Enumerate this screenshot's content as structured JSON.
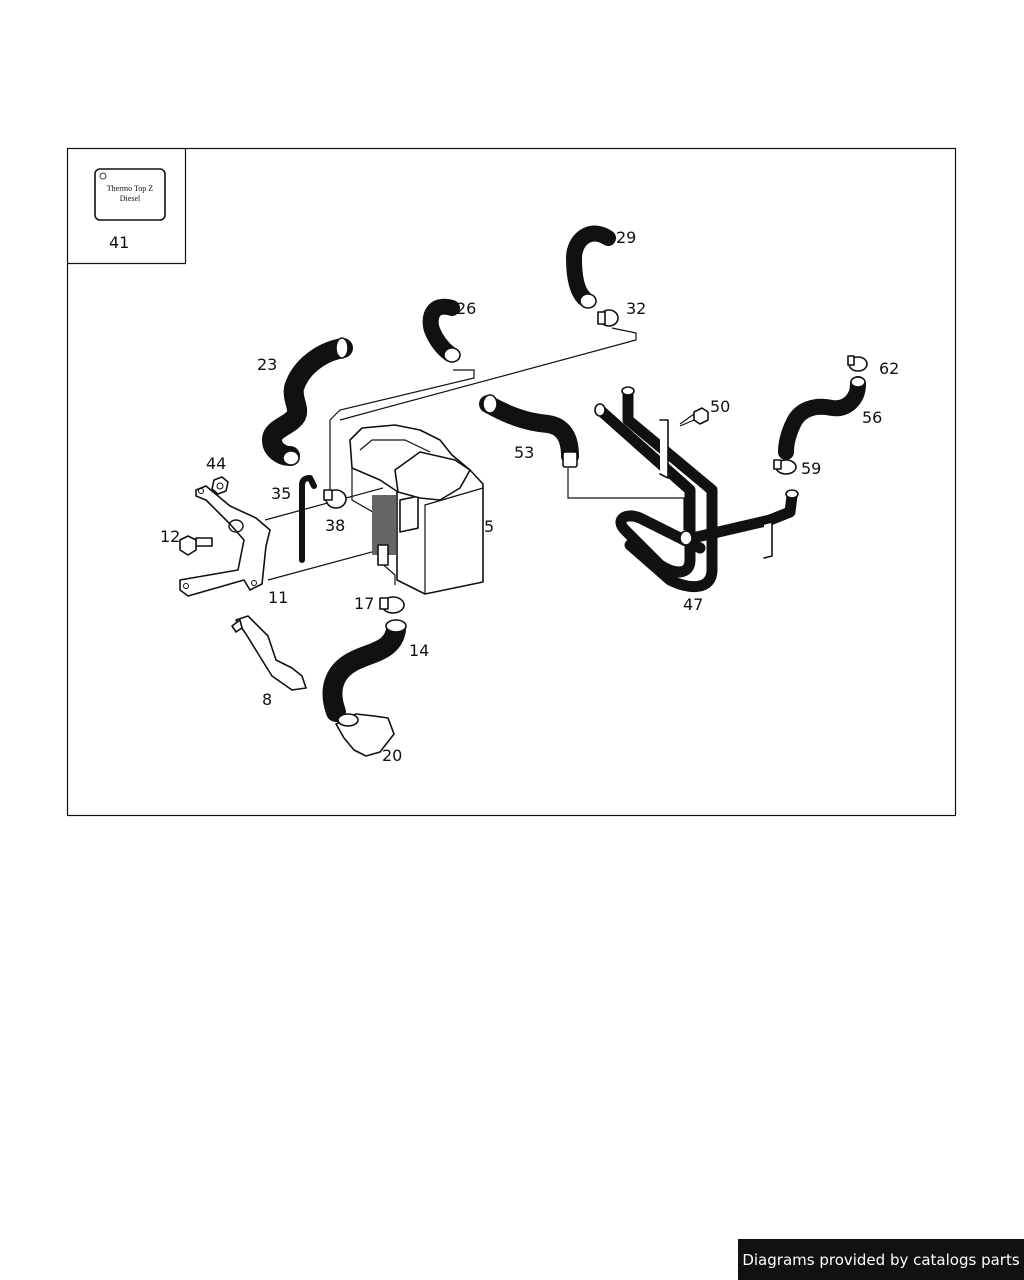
{
  "diagram": {
    "inset": {
      "badge_line1": "Thermo Top Z",
      "badge_line2": "Diesel",
      "part_number": "41"
    },
    "callouts": [
      "5",
      "8",
      "11",
      "12",
      "14",
      "17",
      "20",
      "23",
      "26",
      "29",
      "32",
      "35",
      "38",
      "44",
      "47",
      "50",
      "53",
      "56",
      "59",
      "62"
    ]
  },
  "footer": {
    "text": "Diagrams provided by catalogs parts"
  }
}
